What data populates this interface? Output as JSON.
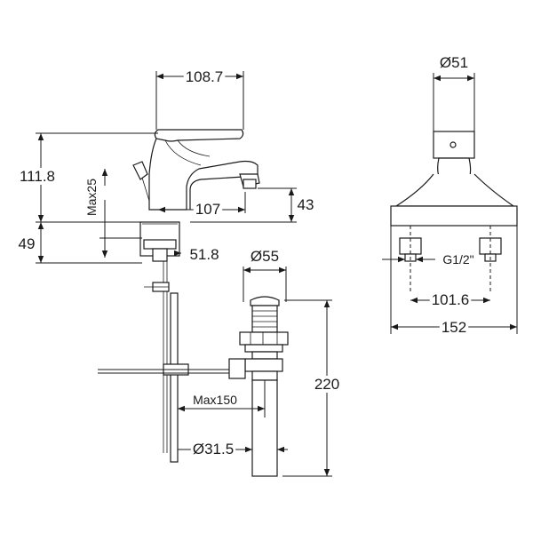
{
  "dimensions": {
    "handle_length": "108.7",
    "body_height": "111.8",
    "lift_rod_max": "Max25",
    "spout_reach": "107",
    "spout_height": "43",
    "base_height": "49",
    "base_width": "51.8",
    "pop_up_diameter": "Ø55",
    "drain_length": "220",
    "rod_max": "Max150",
    "tail_diameter": "Ø31.5",
    "top_diameter": "Ø51",
    "inlet_thread": "G1/2\"",
    "inlet_spacing": "101.6",
    "overall_width": "152"
  }
}
